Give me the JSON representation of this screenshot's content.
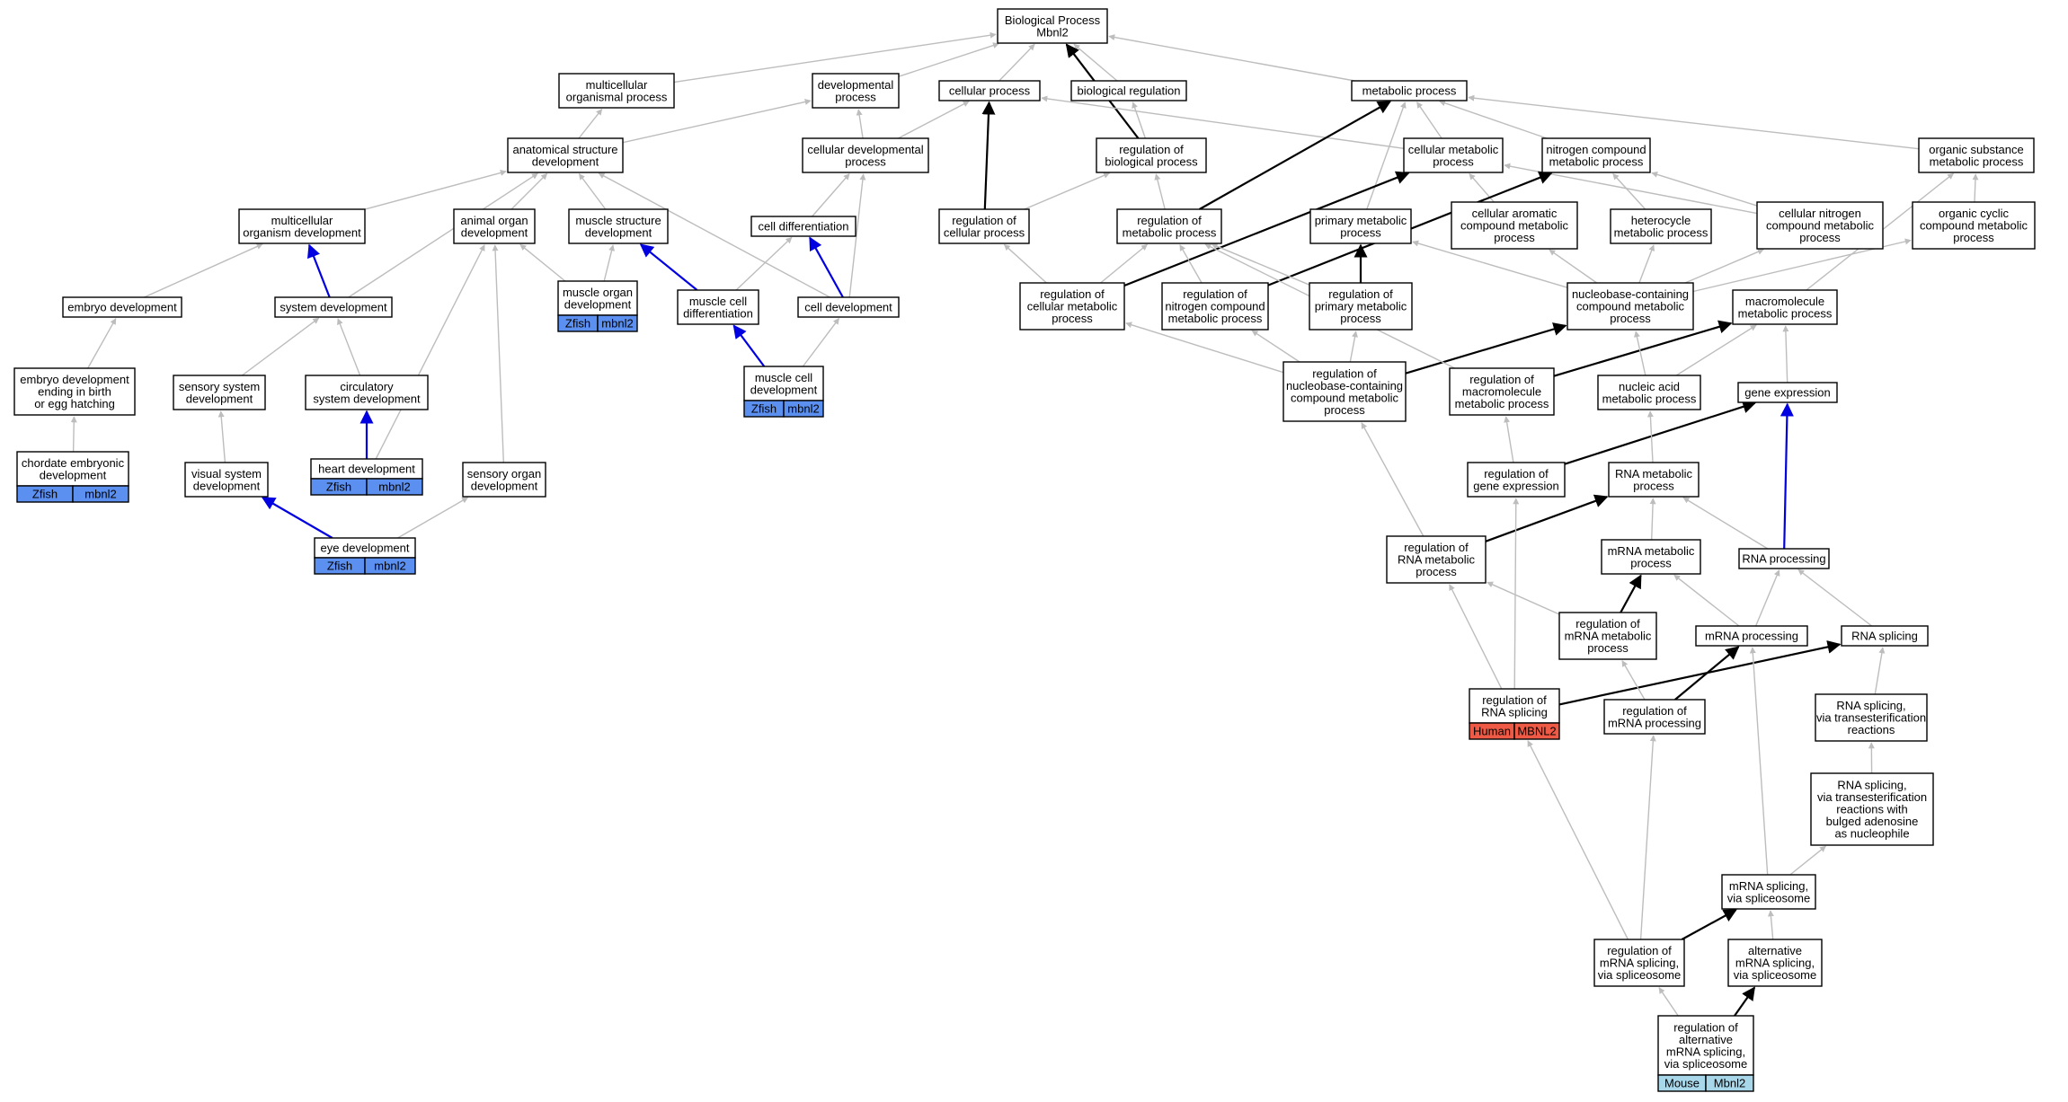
{
  "colors": {
    "edge_default": "#bdbdbd",
    "edge_black": "#000000",
    "edge_blue": "#0000e0",
    "badge_zfish": "#5b8ff0",
    "badge_human": "#ee5a45",
    "badge_mouse": "#a9d7ea"
  },
  "nodes": [
    {
      "id": "bp",
      "lines": [
        "Biological Process",
        "Mbnl2"
      ]
    },
    {
      "id": "mop",
      "lines": [
        "multicellular",
        "organismal process"
      ]
    },
    {
      "id": "dp",
      "lines": [
        "developmental",
        "process"
      ]
    },
    {
      "id": "cp",
      "lines": [
        "cellular process"
      ]
    },
    {
      "id": "br",
      "lines": [
        "biological regulation"
      ]
    },
    {
      "id": "metp",
      "lines": [
        "metabolic process"
      ]
    },
    {
      "id": "asd",
      "lines": [
        "anatomical structure",
        "development"
      ]
    },
    {
      "id": "cdp",
      "lines": [
        "cellular developmental",
        "process"
      ]
    },
    {
      "id": "rbp",
      "lines": [
        "regulation of",
        "biological process"
      ]
    },
    {
      "id": "cmp",
      "lines": [
        "cellular metabolic",
        "process"
      ]
    },
    {
      "id": "ncmp",
      "lines": [
        "nitrogen compound",
        "metabolic process"
      ]
    },
    {
      "id": "osmp",
      "lines": [
        "organic substance",
        "metabolic process"
      ]
    },
    {
      "id": "mod",
      "lines": [
        "multicellular",
        "organism development"
      ]
    },
    {
      "id": "aod",
      "lines": [
        "animal organ",
        "development"
      ]
    },
    {
      "id": "msd",
      "lines": [
        "muscle structure",
        "development"
      ]
    },
    {
      "id": "cdiff",
      "lines": [
        "cell differentiation"
      ]
    },
    {
      "id": "rcp",
      "lines": [
        "regulation of",
        "cellular process"
      ]
    },
    {
      "id": "rmp",
      "lines": [
        "regulation of",
        "metabolic process"
      ]
    },
    {
      "id": "pmp",
      "lines": [
        "primary metabolic",
        "process"
      ]
    },
    {
      "id": "camp",
      "lines": [
        "cellular aromatic",
        "compound metabolic",
        "process"
      ]
    },
    {
      "id": "hmp",
      "lines": [
        "heterocycle",
        "metabolic process"
      ]
    },
    {
      "id": "cncmp",
      "lines": [
        "cellular nitrogen",
        "compound metabolic",
        "process"
      ]
    },
    {
      "id": "occmp",
      "lines": [
        "organic cyclic",
        "compound metabolic",
        "process"
      ]
    },
    {
      "id": "ed",
      "lines": [
        "embryo development"
      ]
    },
    {
      "id": "sd",
      "lines": [
        "system development"
      ]
    },
    {
      "id": "mood",
      "lines": [
        "muscle organ",
        "development"
      ],
      "badge": {
        "species": "Zfish",
        "gene": "mbnl2",
        "color": "badge_zfish"
      }
    },
    {
      "id": "mcdiff",
      "lines": [
        "muscle cell",
        "differentiation"
      ]
    },
    {
      "id": "cdev",
      "lines": [
        "cell development"
      ]
    },
    {
      "id": "rcmp",
      "lines": [
        "regulation of",
        "cellular metabolic",
        "process"
      ]
    },
    {
      "id": "rncmp",
      "lines": [
        "regulation of",
        "nitrogen compound",
        "metabolic process"
      ]
    },
    {
      "id": "rpmp",
      "lines": [
        "regulation of",
        "primary metabolic",
        "process"
      ]
    },
    {
      "id": "nbcmp",
      "lines": [
        "nucleobase-containing",
        "compound metabolic",
        "process"
      ]
    },
    {
      "id": "mmp",
      "lines": [
        "macromolecule",
        "metabolic process"
      ]
    },
    {
      "id": "edb",
      "lines": [
        "embryo development",
        "ending in birth",
        "or egg hatching"
      ]
    },
    {
      "id": "ssd",
      "lines": [
        "sensory system",
        "development"
      ]
    },
    {
      "id": "csd",
      "lines": [
        "circulatory",
        "system development"
      ]
    },
    {
      "id": "mcd",
      "lines": [
        "muscle cell",
        "development"
      ],
      "badge": {
        "species": "Zfish",
        "gene": "mbnl2",
        "color": "badge_zfish"
      }
    },
    {
      "id": "rnbcmp",
      "lines": [
        "regulation of",
        "nucleobase-containing",
        "compound metabolic",
        "process"
      ]
    },
    {
      "id": "rmmp",
      "lines": [
        "regulation of",
        "macromolecule",
        "metabolic process"
      ]
    },
    {
      "id": "nump",
      "lines": [
        "nucleic acid",
        "metabolic process"
      ]
    },
    {
      "id": "ge",
      "lines": [
        "gene expression"
      ]
    },
    {
      "id": "ced",
      "lines": [
        "chordate embryonic",
        "development"
      ],
      "badge": {
        "species": "Zfish",
        "gene": "mbnl2",
        "color": "badge_zfish"
      }
    },
    {
      "id": "vsd",
      "lines": [
        "visual system",
        "development"
      ]
    },
    {
      "id": "hd",
      "lines": [
        "heart development"
      ],
      "badge": {
        "species": "Zfish",
        "gene": "mbnl2",
        "color": "badge_zfish"
      }
    },
    {
      "id": "sod",
      "lines": [
        "sensory organ",
        "development"
      ]
    },
    {
      "id": "rge",
      "lines": [
        "regulation of",
        "gene expression"
      ]
    },
    {
      "id": "rnamp",
      "lines": [
        "RNA metabolic",
        "process"
      ]
    },
    {
      "id": "eyed",
      "lines": [
        "eye development"
      ],
      "badge": {
        "species": "Zfish",
        "gene": "mbnl2",
        "color": "badge_zfish"
      }
    },
    {
      "id": "rrnamp",
      "lines": [
        "regulation of",
        "RNA metabolic",
        "process"
      ]
    },
    {
      "id": "mrnamp",
      "lines": [
        "mRNA metabolic",
        "process"
      ]
    },
    {
      "id": "rnap",
      "lines": [
        "RNA processing"
      ]
    },
    {
      "id": "rmrnamp",
      "lines": [
        "regulation of",
        "mRNA metabolic",
        "process"
      ]
    },
    {
      "id": "mrnap",
      "lines": [
        "mRNA processing"
      ]
    },
    {
      "id": "rnas",
      "lines": [
        "RNA splicing"
      ]
    },
    {
      "id": "rrnas",
      "lines": [
        "regulation of",
        "RNA splicing"
      ],
      "badge": {
        "species": "Human",
        "gene": "MBNL2",
        "color": "badge_human"
      }
    },
    {
      "id": "rmrnap",
      "lines": [
        "regulation of",
        "mRNA processing"
      ]
    },
    {
      "id": "rnast",
      "lines": [
        "RNA splicing,",
        "via transesterification",
        "reactions"
      ]
    },
    {
      "id": "rnastb",
      "lines": [
        "RNA splicing,",
        "via transesterification",
        "reactions with",
        "bulged adenosine",
        "as nucleophile"
      ]
    },
    {
      "id": "mrnass",
      "lines": [
        "mRNA splicing,",
        "via spliceosome"
      ]
    },
    {
      "id": "rmrnass",
      "lines": [
        "regulation of",
        "mRNA splicing,",
        "via spliceosome"
      ]
    },
    {
      "id": "amrnass",
      "lines": [
        "alternative",
        "mRNA splicing,",
        "via spliceosome"
      ]
    },
    {
      "id": "ramrnass",
      "lines": [
        "regulation of",
        "alternative",
        "mRNA splicing,",
        "via spliceosome"
      ],
      "badge": {
        "species": "Mouse",
        "gene": "Mbnl2",
        "color": "badge_mouse"
      }
    }
  ],
  "edges": [
    {
      "from": "mop",
      "to": "bp",
      "color": "edge_default"
    },
    {
      "from": "dp",
      "to": "bp",
      "color": "edge_default"
    },
    {
      "from": "cp",
      "to": "bp",
      "color": "edge_default"
    },
    {
      "from": "br",
      "to": "bp",
      "color": "edge_default"
    },
    {
      "from": "metp",
      "to": "bp",
      "color": "edge_default"
    },
    {
      "from": "rbp",
      "to": "bp",
      "color": "edge_black"
    },
    {
      "from": "asd",
      "to": "mop",
      "color": "edge_default"
    },
    {
      "from": "asd",
      "to": "dp",
      "color": "edge_default"
    },
    {
      "from": "cdp",
      "to": "dp",
      "color": "edge_default"
    },
    {
      "from": "cdp",
      "to": "cp",
      "color": "edge_default"
    },
    {
      "from": "rbp",
      "to": "br",
      "color": "edge_default"
    },
    {
      "from": "cmp",
      "to": "cp",
      "color": "edge_default"
    },
    {
      "from": "cmp",
      "to": "metp",
      "color": "edge_default"
    },
    {
      "from": "ncmp",
      "to": "metp",
      "color": "edge_default"
    },
    {
      "from": "osmp",
      "to": "metp",
      "color": "edge_default"
    },
    {
      "from": "mod",
      "to": "asd",
      "color": "edge_default"
    },
    {
      "from": "aod",
      "to": "asd",
      "color": "edge_default"
    },
    {
      "from": "msd",
      "to": "asd",
      "color": "edge_default"
    },
    {
      "from": "cdev",
      "to": "asd",
      "color": "edge_default"
    },
    {
      "from": "sd",
      "to": "asd",
      "color": "edge_default"
    },
    {
      "from": "cdiff",
      "to": "cdp",
      "color": "edge_default"
    },
    {
      "from": "cdev",
      "to": "cdp",
      "color": "edge_default"
    },
    {
      "from": "rcp",
      "to": "cp",
      "color": "edge_black"
    },
    {
      "from": "rcp",
      "to": "rbp",
      "color": "edge_default"
    },
    {
      "from": "rmp",
      "to": "rbp",
      "color": "edge_default"
    },
    {
      "from": "rmp",
      "to": "metp",
      "color": "edge_black"
    },
    {
      "from": "pmp",
      "to": "metp",
      "color": "edge_default"
    },
    {
      "from": "camp",
      "to": "cmp",
      "color": "edge_default"
    },
    {
      "from": "hmp",
      "to": "ncmp",
      "color": "edge_default"
    },
    {
      "from": "cncmp",
      "to": "cmp",
      "color": "edge_default"
    },
    {
      "from": "cncmp",
      "to": "ncmp",
      "color": "edge_default"
    },
    {
      "from": "occmp",
      "to": "osmp",
      "color": "edge_default"
    },
    {
      "from": "ed",
      "to": "mod",
      "color": "edge_default"
    },
    {
      "from": "sd",
      "to": "mod",
      "color": "edge_blue"
    },
    {
      "from": "mood",
      "to": "aod",
      "color": "edge_default"
    },
    {
      "from": "mood",
      "to": "msd",
      "color": "edge_default"
    },
    {
      "from": "mcdiff",
      "to": "msd",
      "color": "edge_blue"
    },
    {
      "from": "mcdiff",
      "to": "cdiff",
      "color": "edge_default"
    },
    {
      "from": "cdev",
      "to": "cdiff",
      "color": "edge_blue"
    },
    {
      "from": "rcmp",
      "to": "rcp",
      "color": "edge_default"
    },
    {
      "from": "rcmp",
      "to": "rmp",
      "color": "edge_default"
    },
    {
      "from": "rcmp",
      "to": "cmp",
      "color": "edge_black"
    },
    {
      "from": "rncmp",
      "to": "rmp",
      "color": "edge_default"
    },
    {
      "from": "rncmp",
      "to": "ncmp",
      "color": "edge_black"
    },
    {
      "from": "rpmp",
      "to": "rmp",
      "color": "edge_default"
    },
    {
      "from": "rpmp",
      "to": "pmp",
      "color": "edge_black"
    },
    {
      "from": "nbcmp",
      "to": "camp",
      "color": "edge_default"
    },
    {
      "from": "nbcmp",
      "to": "hmp",
      "color": "edge_default"
    },
    {
      "from": "nbcmp",
      "to": "cncmp",
      "color": "edge_default"
    },
    {
      "from": "nbcmp",
      "to": "occmp",
      "color": "edge_default"
    },
    {
      "from": "nbcmp",
      "to": "pmp",
      "color": "edge_default"
    },
    {
      "from": "mmp",
      "to": "osmp",
      "color": "edge_default"
    },
    {
      "from": "edb",
      "to": "ed",
      "color": "edge_default"
    },
    {
      "from": "ssd",
      "to": "sd",
      "color": "edge_default"
    },
    {
      "from": "csd",
      "to": "sd",
      "color": "edge_default"
    },
    {
      "from": "mcd",
      "to": "mcdiff",
      "color": "edge_blue"
    },
    {
      "from": "mcd",
      "to": "cdev",
      "color": "edge_default"
    },
    {
      "from": "rnbcmp",
      "to": "rcmp",
      "color": "edge_default"
    },
    {
      "from": "rnbcmp",
      "to": "rncmp",
      "color": "edge_default"
    },
    {
      "from": "rnbcmp",
      "to": "rpmp",
      "color": "edge_default"
    },
    {
      "from": "rnbcmp",
      "to": "nbcmp",
      "color": "edge_black"
    },
    {
      "from": "rmmp",
      "to": "rmp",
      "color": "edge_default"
    },
    {
      "from": "rmmp",
      "to": "mmp",
      "color": "edge_black"
    },
    {
      "from": "nump",
      "to": "nbcmp",
      "color": "edge_default"
    },
    {
      "from": "nump",
      "to": "mmp",
      "color": "edge_default"
    },
    {
      "from": "ge",
      "to": "mmp",
      "color": "edge_default"
    },
    {
      "from": "ced",
      "to": "edb",
      "color": "edge_default"
    },
    {
      "from": "vsd",
      "to": "ssd",
      "color": "edge_default"
    },
    {
      "from": "hd",
      "to": "csd",
      "color": "edge_blue"
    },
    {
      "from": "hd",
      "to": "aod",
      "color": "edge_default"
    },
    {
      "from": "sod",
      "to": "aod",
      "color": "edge_default"
    },
    {
      "from": "rge",
      "to": "rmmp",
      "color": "edge_default"
    },
    {
      "from": "rge",
      "to": "ge",
      "color": "edge_black"
    },
    {
      "from": "rnamp",
      "to": "nump",
      "color": "edge_default"
    },
    {
      "from": "eyed",
      "to": "vsd",
      "color": "edge_blue"
    },
    {
      "from": "eyed",
      "to": "sod",
      "color": "edge_default"
    },
    {
      "from": "rrnamp",
      "to": "rnbcmp",
      "color": "edge_default"
    },
    {
      "from": "rrnamp",
      "to": "rnamp",
      "color": "edge_black"
    },
    {
      "from": "mrnamp",
      "to": "rnamp",
      "color": "edge_default"
    },
    {
      "from": "rnap",
      "to": "rnamp",
      "color": "edge_default"
    },
    {
      "from": "rnap",
      "to": "ge",
      "color": "edge_blue"
    },
    {
      "from": "rmrnamp",
      "to": "rrnamp",
      "color": "edge_default"
    },
    {
      "from": "rmrnamp",
      "to": "mrnamp",
      "color": "edge_black"
    },
    {
      "from": "mrnap",
      "to": "mrnamp",
      "color": "edge_default"
    },
    {
      "from": "mrnap",
      "to": "rnap",
      "color": "edge_default"
    },
    {
      "from": "rnas",
      "to": "rnap",
      "color": "edge_default"
    },
    {
      "from": "rrnas",
      "to": "rge",
      "color": "edge_default"
    },
    {
      "from": "rrnas",
      "to": "rrnamp",
      "color": "edge_default"
    },
    {
      "from": "rrnas",
      "to": "rnas",
      "color": "edge_black"
    },
    {
      "from": "rmrnap",
      "to": "rmrnamp",
      "color": "edge_default"
    },
    {
      "from": "rmrnap",
      "to": "mrnap",
      "color": "edge_black"
    },
    {
      "from": "rnast",
      "to": "rnas",
      "color": "edge_default"
    },
    {
      "from": "rnastb",
      "to": "rnast",
      "color": "edge_default"
    },
    {
      "from": "mrnass",
      "to": "rnastb",
      "color": "edge_default"
    },
    {
      "from": "mrnass",
      "to": "mrnap",
      "color": "edge_default"
    },
    {
      "from": "rmrnass",
      "to": "rrnas",
      "color": "edge_default"
    },
    {
      "from": "rmrnass",
      "to": "rmrnap",
      "color": "edge_default"
    },
    {
      "from": "rmrnass",
      "to": "mrnass",
      "color": "edge_black"
    },
    {
      "from": "amrnass",
      "to": "mrnass",
      "color": "edge_default"
    },
    {
      "from": "ramrnass",
      "to": "rmrnass",
      "color": "edge_default"
    },
    {
      "from": "ramrnass",
      "to": "amrnass",
      "color": "edge_black"
    }
  ]
}
